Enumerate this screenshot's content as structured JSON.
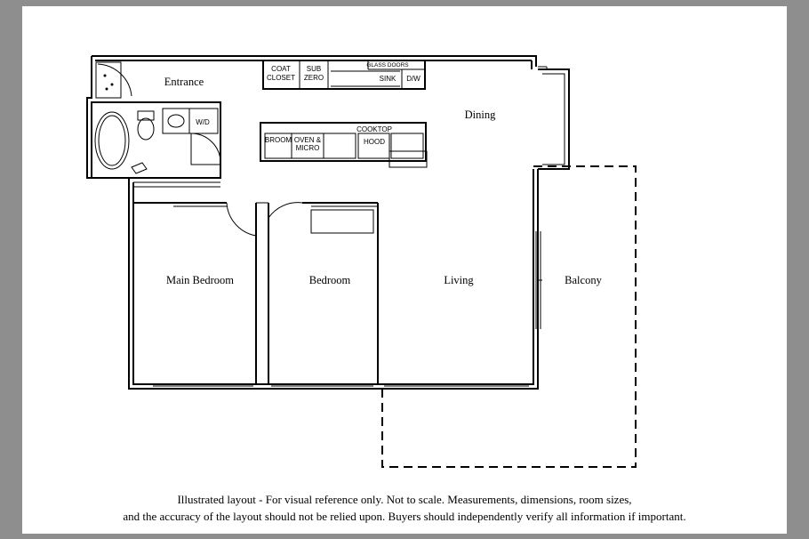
{
  "rooms": {
    "entrance": "Entrance",
    "dining": "Dining",
    "main_bedroom": "Main Bedroom",
    "bedroom": "Bedroom",
    "living": "Living",
    "balcony": "Balcony"
  },
  "fixtures": {
    "coat_closet_1": "COAT",
    "coat_closet_2": "CLOSET",
    "sub_zero_1": "SUB",
    "sub_zero_2": "ZERO",
    "glass_doors": "GLASS DOORS",
    "sink": "SINK",
    "dw": "D/W",
    "wd": "W/D",
    "broom": "BROOM",
    "oven_1": "OVEN &",
    "oven_2": "MICRO",
    "cooktop": "COOKTOP",
    "hood": "HOOD"
  },
  "disclaimer": {
    "line1": "Illustrated layout - For visual reference only. Not to scale. Measurements, dimensions, room sizes,",
    "line2": "and the accuracy of the layout should not be relied upon. Buyers should independently verify all information if important."
  }
}
